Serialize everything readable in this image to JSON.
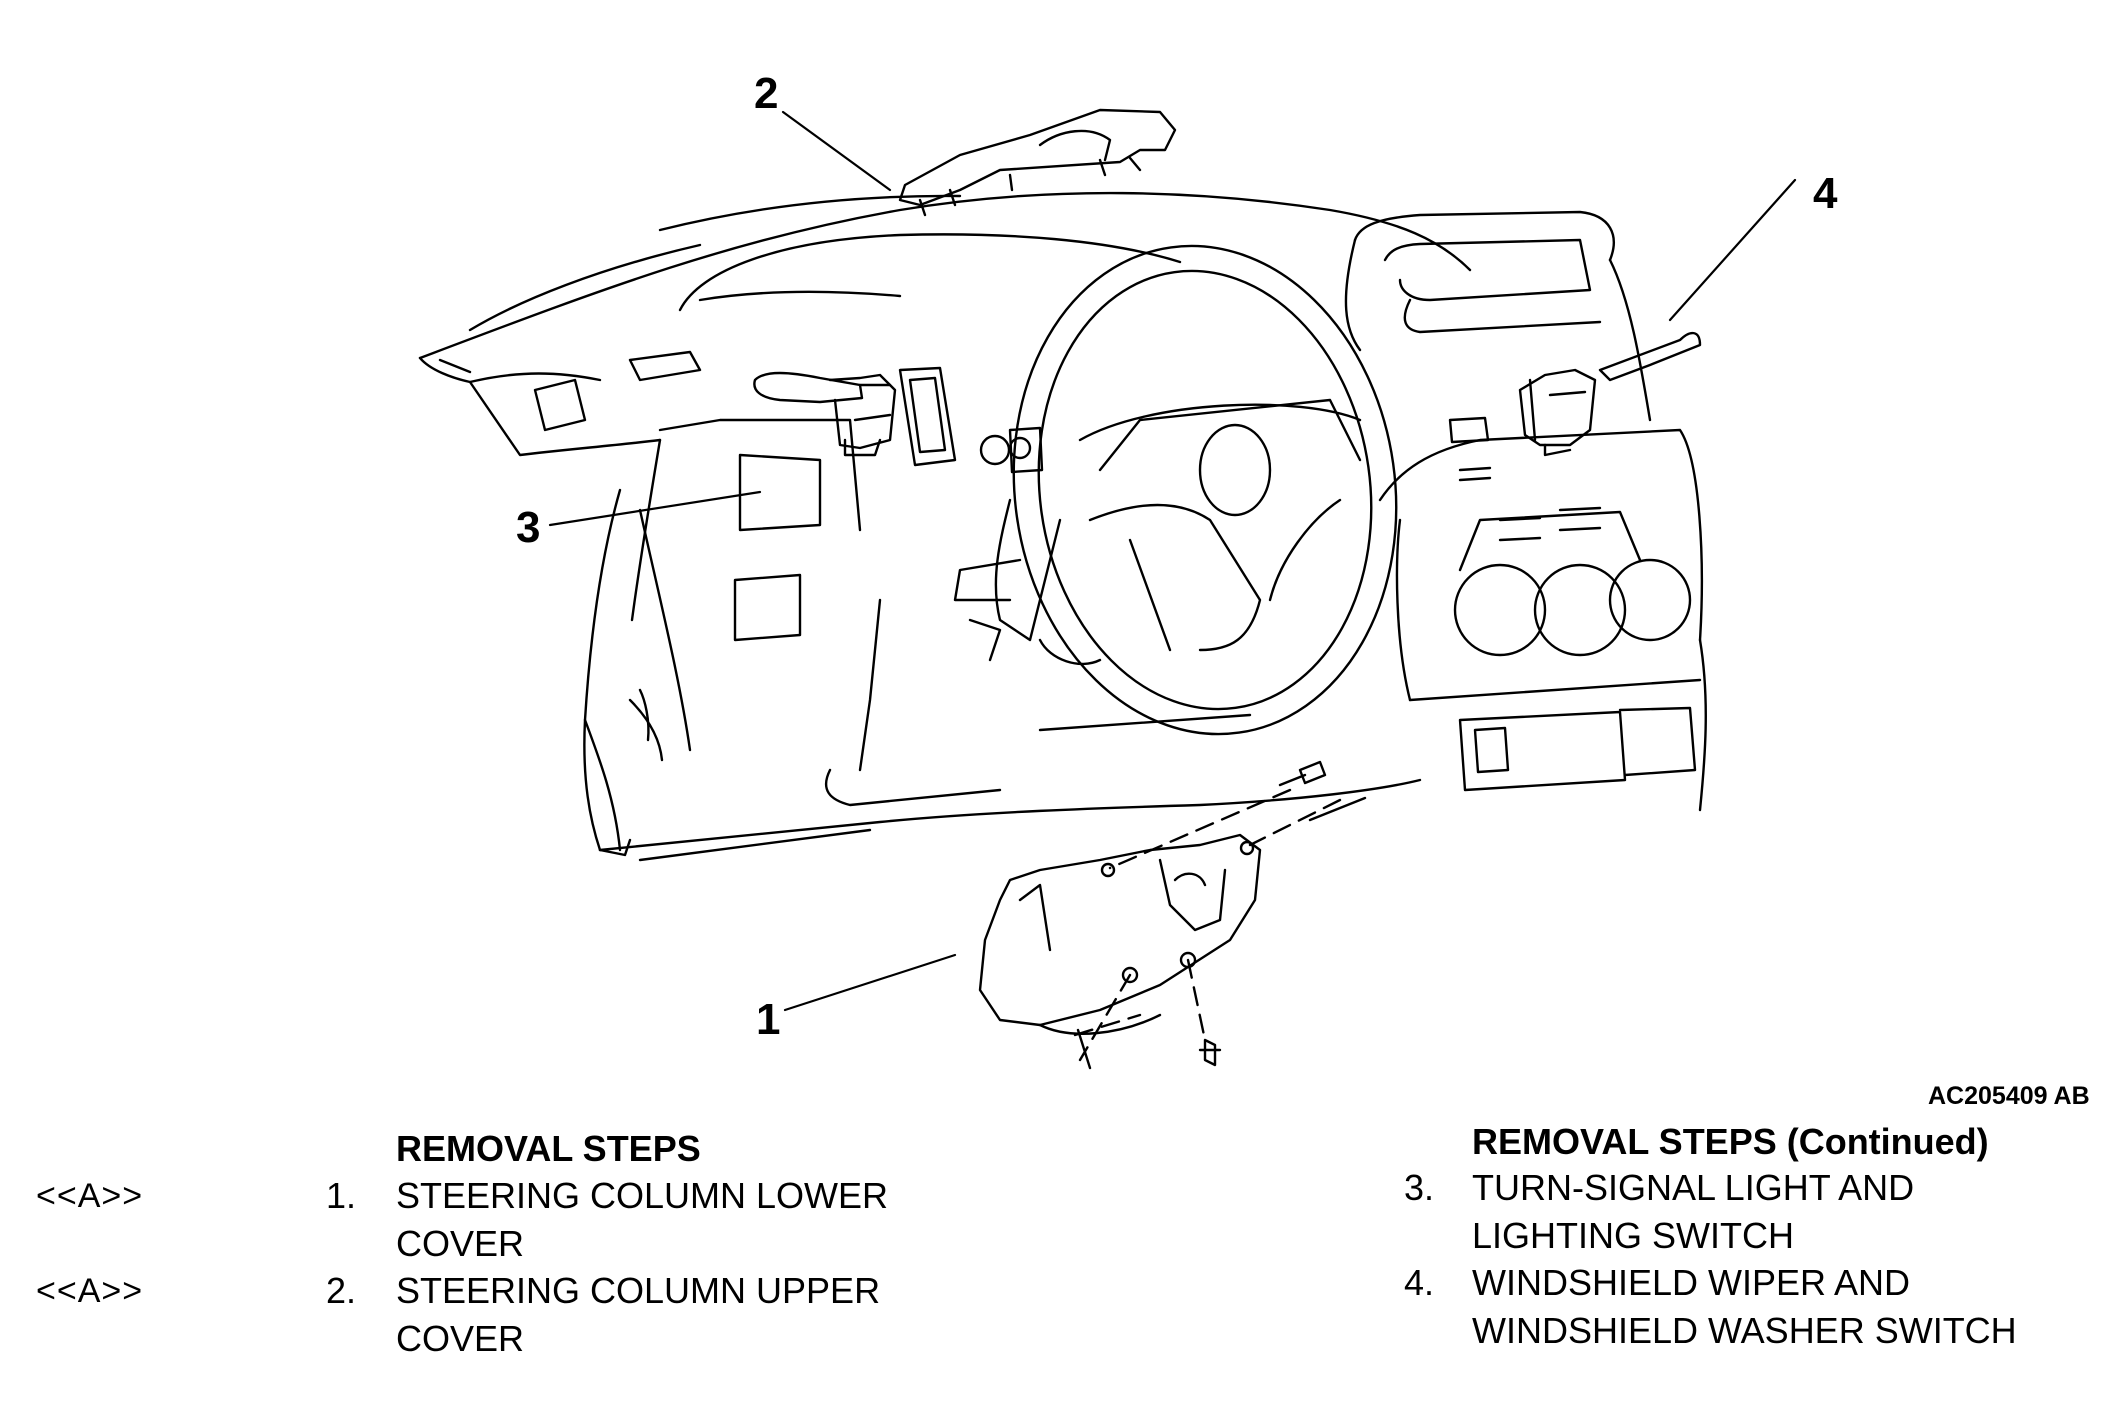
{
  "diagram": {
    "callouts": [
      {
        "id": "1",
        "label": "1"
      },
      {
        "id": "2",
        "label": "2"
      },
      {
        "id": "3",
        "label": "3"
      },
      {
        "id": "4",
        "label": "4"
      }
    ],
    "figure_code": "AC205409 AB"
  },
  "removal_steps": {
    "heading": "REMOVAL STEPS",
    "continued_heading": "REMOVAL STEPS (Continued)",
    "steps": [
      {
        "ref": "<<A>>",
        "num": "1.",
        "text": "STEERING COLUMN LOWER\nCOVER"
      },
      {
        "ref": "<<A>>",
        "num": "2.",
        "text": "STEERING COLUMN UPPER\nCOVER"
      },
      {
        "ref": "",
        "num": "3.",
        "text": "TURN-SIGNAL LIGHT AND\nLIGHTING SWITCH"
      },
      {
        "ref": "",
        "num": "4.",
        "text": "WINDSHIELD WIPER AND\nWINDSHIELD WASHER SWITCH"
      }
    ]
  }
}
